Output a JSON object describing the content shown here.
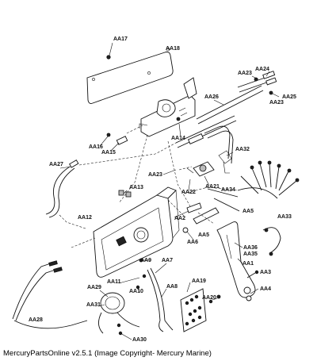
{
  "caption": "MercuryPartsOnline v2.5.1 (Image Copyright- Mercury Marine)",
  "labels": {
    "AA1": "AA1",
    "AA2": "AA2",
    "AA3": "AA3",
    "AA4": "AA4",
    "AA5a": "AA5",
    "AA5b": "AA5",
    "AA6": "AA6",
    "AA7": "AA7",
    "AA8": "AA8",
    "AA9": "AA9",
    "AA10": "AA10",
    "AA11": "AA11",
    "AA12": "AA12",
    "AA13": "AA13",
    "AA14": "AA14",
    "AA15": "AA15",
    "AA16": "AA16",
    "AA17": "AA17",
    "AA18": "AA18",
    "AA19": "AA19",
    "AA20": "AA20",
    "AA21": "AA21",
    "AA22": "AA22",
    "AA23a": "AA23",
    "AA23b": "AA23",
    "AA23c": "AA23",
    "AA24": "AA24",
    "AA25": "AA25",
    "AA26": "AA26",
    "AA27": "AA27",
    "AA28": "AA28",
    "AA29": "AA29",
    "AA30": "AA30",
    "AA31": "AA31",
    "AA32": "AA32",
    "AA33": "AA33",
    "AA34": "AA34",
    "AA35": "AA35",
    "AA36": "AA36"
  }
}
